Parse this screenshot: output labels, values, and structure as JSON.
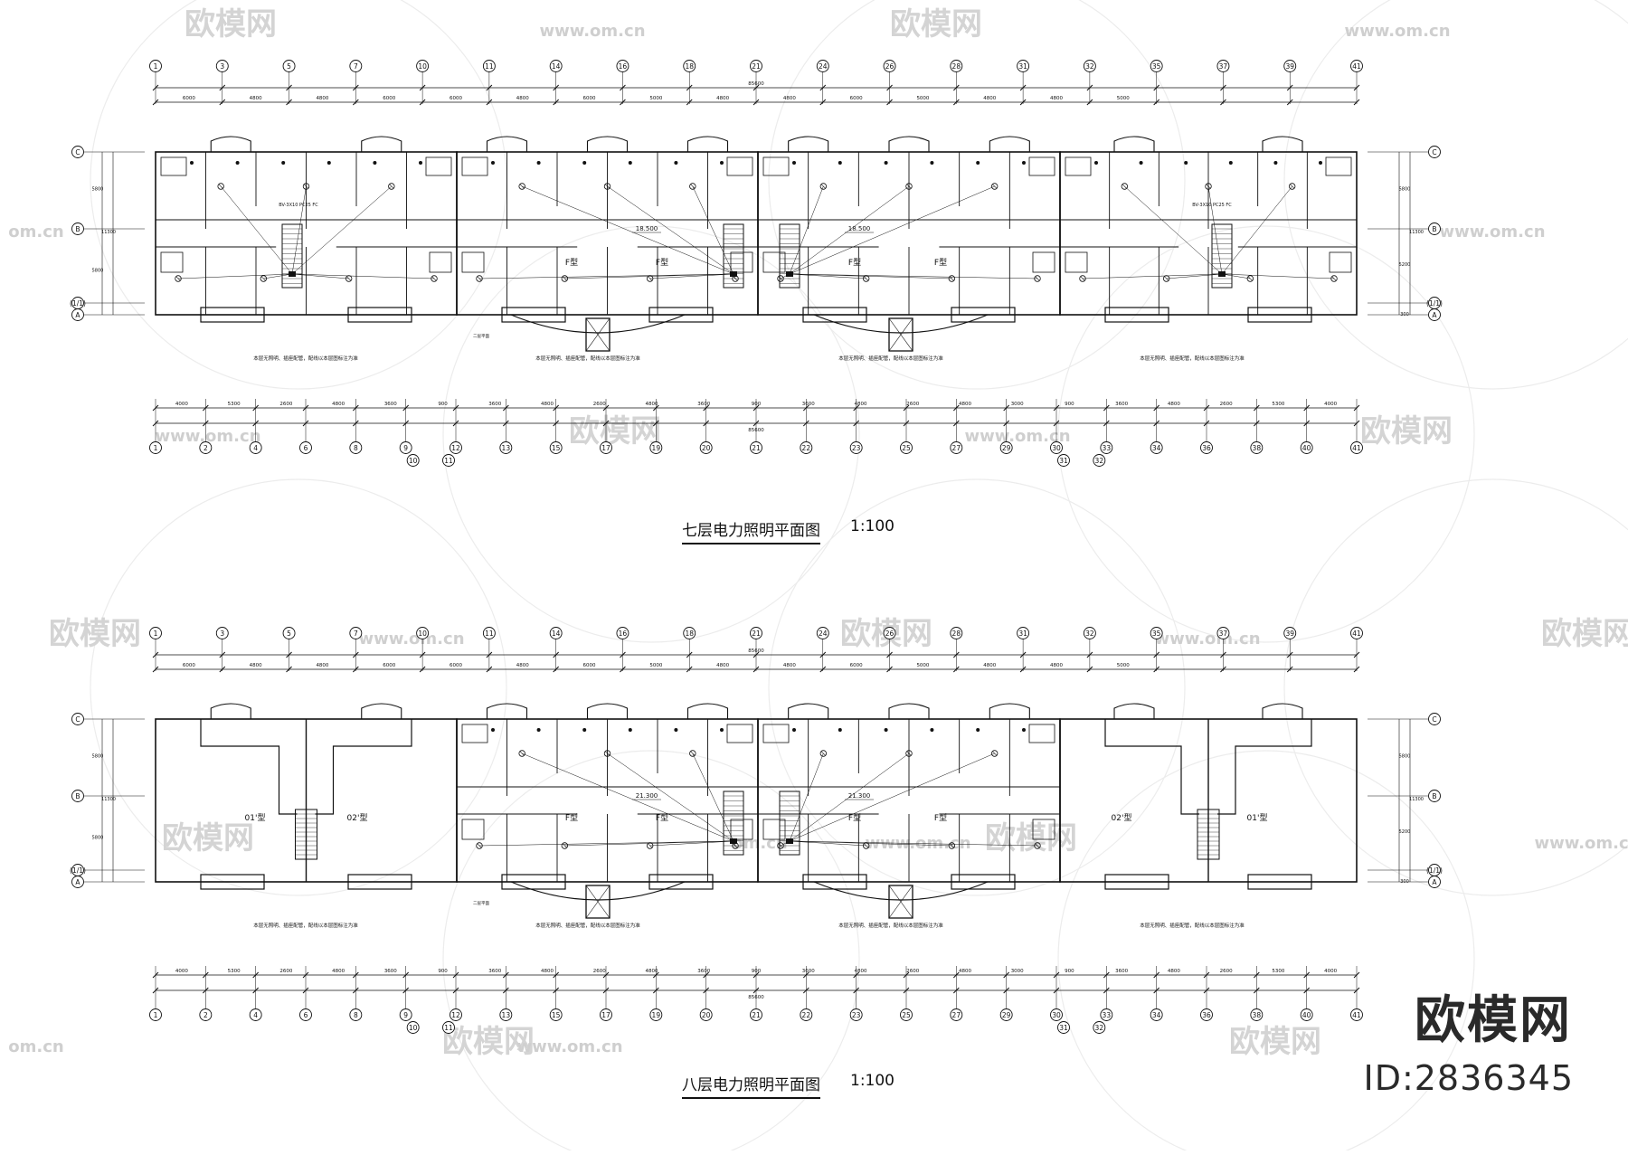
{
  "plans": [
    {
      "id": "plan-7",
      "title": "七层电力照明平面图",
      "scale": "1:100",
      "top_axes": [
        "1",
        "3",
        "5",
        "7",
        "10",
        "11",
        "14",
        "16",
        "18",
        "21",
        "24",
        "26",
        "28",
        "31",
        "32",
        "35",
        "37",
        "39",
        "41"
      ],
      "top_dims": [
        "6000",
        "4800",
        "4800",
        "6000",
        "6000",
        "4800",
        "6000",
        "5000",
        "4800",
        "4800",
        "6000",
        "5000",
        "4800",
        "4800",
        "5000"
      ],
      "bottom_dims": [
        "4000",
        "5300",
        "2600",
        "4800",
        "3600",
        "900",
        "3600",
        "4800",
        "2600",
        "4800",
        "3600",
        "900",
        "3600",
        "4800",
        "2600",
        "4800",
        "3000",
        "900",
        "3600",
        "4800",
        "2600",
        "5300",
        "4000"
      ],
      "bottom_axes": [
        "1",
        "2",
        "4",
        "6",
        "8",
        "9",
        "12",
        "13",
        "15",
        "17",
        "19",
        "20",
        "21",
        "22",
        "23",
        "25",
        "27",
        "29",
        "30",
        "33",
        "34",
        "36",
        "38",
        "40",
        "41"
      ],
      "bottom_sub_axes": [
        "10",
        "11",
        "31",
        "32"
      ],
      "overall_dim": "85600",
      "row_axes": [
        "C",
        "B",
        "(1/1)",
        "A"
      ],
      "left_dims": [
        "5800",
        "11300",
        "5800"
      ],
      "right_dims": [
        "5800",
        "11300",
        "5200",
        "300"
      ],
      "unit_labels": [
        "F型",
        "F型",
        "F型",
        "F型"
      ],
      "elevations": [
        "18.500",
        "18.500"
      ],
      "notes": [
        "本层无照明、插座配管，配线以本层图标注为准",
        "本层无照明、插座配管，配线以本层图标注为准",
        "本层无照明、插座配管，配线以本层图标注为准",
        "本层无照明、插座配管，配线以本层图标注为准"
      ],
      "side_notes": [
        "BV-3X10 PC25 FC",
        "BV-3X10 PC25 FC"
      ],
      "stair_label": "二层平面"
    },
    {
      "id": "plan-8",
      "title": "八层电力照明平面图",
      "scale": "1:100",
      "top_axes": [
        "1",
        "3",
        "5",
        "7",
        "10",
        "11",
        "14",
        "16",
        "18",
        "21",
        "24",
        "26",
        "28",
        "31",
        "32",
        "35",
        "37",
        "39",
        "41"
      ],
      "top_dims": [
        "6000",
        "4800",
        "4800",
        "6000",
        "6000",
        "4800",
        "6000",
        "5000",
        "4800",
        "4800",
        "6000",
        "5000",
        "4800",
        "4800",
        "5000"
      ],
      "bottom_dims": [
        "4000",
        "5300",
        "2600",
        "4800",
        "3600",
        "900",
        "3600",
        "4800",
        "2600",
        "4800",
        "3600",
        "900",
        "3600",
        "4800",
        "2600",
        "4800",
        "3000",
        "900",
        "3600",
        "4800",
        "2600",
        "5300",
        "4000"
      ],
      "bottom_axes": [
        "1",
        "2",
        "4",
        "6",
        "8",
        "9",
        "12",
        "13",
        "15",
        "17",
        "19",
        "20",
        "21",
        "22",
        "23",
        "25",
        "27",
        "29",
        "30",
        "33",
        "34",
        "36",
        "38",
        "40",
        "41"
      ],
      "bottom_sub_axes": [
        "10",
        "11",
        "31",
        "32"
      ],
      "overall_dim": "85600",
      "row_axes": [
        "C",
        "B",
        "(1/1)",
        "A"
      ],
      "left_dims": [
        "5800",
        "11300",
        "5800"
      ],
      "right_dims": [
        "5800",
        "11300",
        "5200",
        "300"
      ],
      "unit_labels": [
        "01'型",
        "02'型",
        "F型",
        "F型",
        "F型",
        "F型",
        "02'型",
        "01'型"
      ],
      "elevations": [
        "21.300",
        "21.300"
      ],
      "notes": [
        "本层无照明、插座配管，配线以本层图标注为准",
        "本层无照明、插座配管，配线以本层图标注为准",
        "本层无照明、插座配管，配线以本层图标注为准",
        "本层无照明、插座配管，配线以本层图标注为准"
      ],
      "stair_label": "二层平面"
    }
  ],
  "watermark": {
    "brand": "欧模网",
    "site": "www.om.cn",
    "site_short": "om.cn",
    "id": "ID:2836345"
  },
  "colors": {
    "line": "#111111",
    "watermark": "#cfcfcf",
    "brand": "#2a2a2a"
  }
}
